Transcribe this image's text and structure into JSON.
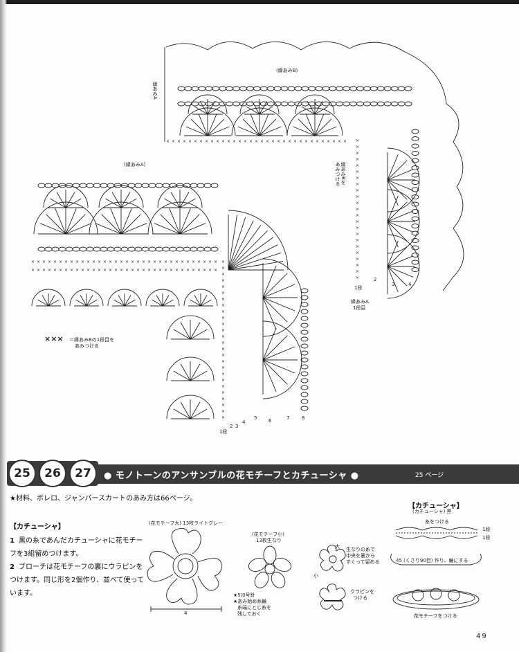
{
  "chart": {
    "label_edge_b": "(縁あみB)",
    "label_edge_a_vertical": "縁あみA",
    "label_edge_a": "(縁あみA)",
    "label_attach_b_line1": "縁あみBを",
    "label_attach_b_line2": "あみつける",
    "label_legend_symbol": "×××",
    "label_legend_line1": "＝縁あみBの1段目を",
    "label_legend_line2": "あみつける",
    "label_edge_a_row1_line1": "縁あみA",
    "label_edge_a_row1_line2": "1段目",
    "right_row_numbers": [
      "1段",
      "2",
      "3",
      "4"
    ],
    "left_row_numbers": [
      "1段",
      "2",
      "3",
      "4",
      "5",
      "6",
      "7",
      "8"
    ]
  },
  "title_bar": {
    "numbers": [
      "25",
      "26",
      "27"
    ],
    "title": "● モノトーンのアンサンブルの花モチーフとカチューシャ ●",
    "ref": "25 ページ"
  },
  "materials": "★材料、ボレロ、ジャンパースカートのあみ方は66ページ。",
  "section_title": "【カチューシャ】",
  "steps": [
    {
      "num": "1",
      "text": "黒の糸であんだカチューシャに花モチーフを3組留めつけます。"
    },
    {
      "num": "2",
      "text": "ブローチは花モチーフの裏にウラピンをつけます。同じ形を2個作り、並べて使っています。"
    }
  ],
  "motifs": {
    "large_label": "(花モチーフ大) 13枚ライトグレー",
    "large_dimension": "4",
    "small_label_line1": "(花モチーフ小)",
    "small_label_line2": "13枚生なり",
    "note_line1": "★5/0号針",
    "note_line2": "★あみ始め糸輪",
    "note_line3": "糸端にとじ糸を",
    "note_line4": "残しておく",
    "size_large": "大",
    "size_small": "小",
    "assembly_note_line1": "生なりの糸で",
    "assembly_note_line2": "中央を裏から",
    "assembly_note_line3": "すくって留める",
    "pin_note_line1": "ウラピンを",
    "pin_note_line2": "つける"
  },
  "headband": {
    "title": "【カチューシャ】",
    "subtitle": "(カチューシャ) 黒",
    "attach_label": "糸をつける",
    "row1": "1段",
    "row2": "1段",
    "chain_note": "45 (くさり90目) 作り、輪にする",
    "flower_note": "花モチーフをつける"
  },
  "page_number": "49"
}
